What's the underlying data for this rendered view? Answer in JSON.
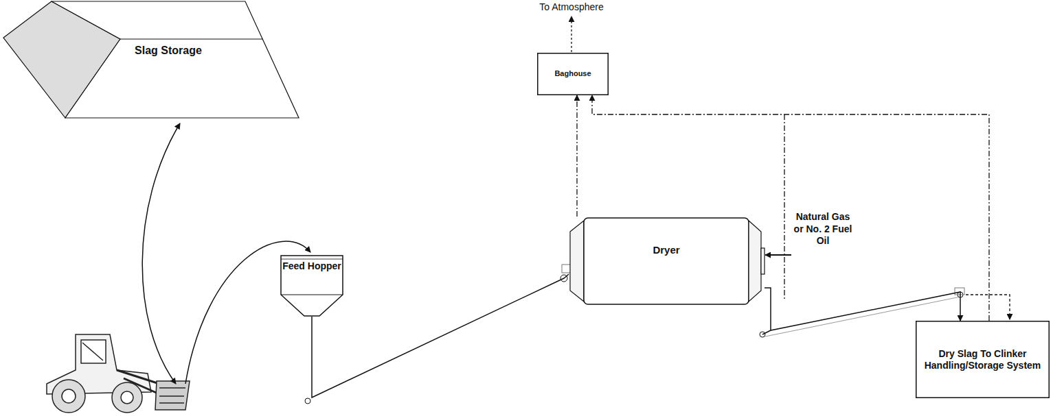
{
  "diagram": {
    "nodes": [
      {
        "text": [
          "Slag Storage"
        ]
      },
      {
        "text": [
          "Baghouse"
        ]
      },
      {
        "text": [
          "Feed Hopper"
        ]
      },
      {
        "text": [
          "Dryer"
        ]
      },
      {
        "text": [
          "Dry Slag To Clinker Handling/Storage System"
        ]
      }
    ],
    "edges": [
      {
        "from": 2,
        "to": 3,
        "arrow": "none"
      },
      {
        "from": 3,
        "to": 1,
        "arrow": "to"
      },
      {
        "from": 3,
        "to": 4,
        "arrow": "to"
      },
      {
        "from": 4,
        "to": 1,
        "arrow": "to"
      }
    ],
    "labels": [
      "To Atmosphere",
      "Natural Gas or No. 2 Fuel Oil"
    ]
  }
}
